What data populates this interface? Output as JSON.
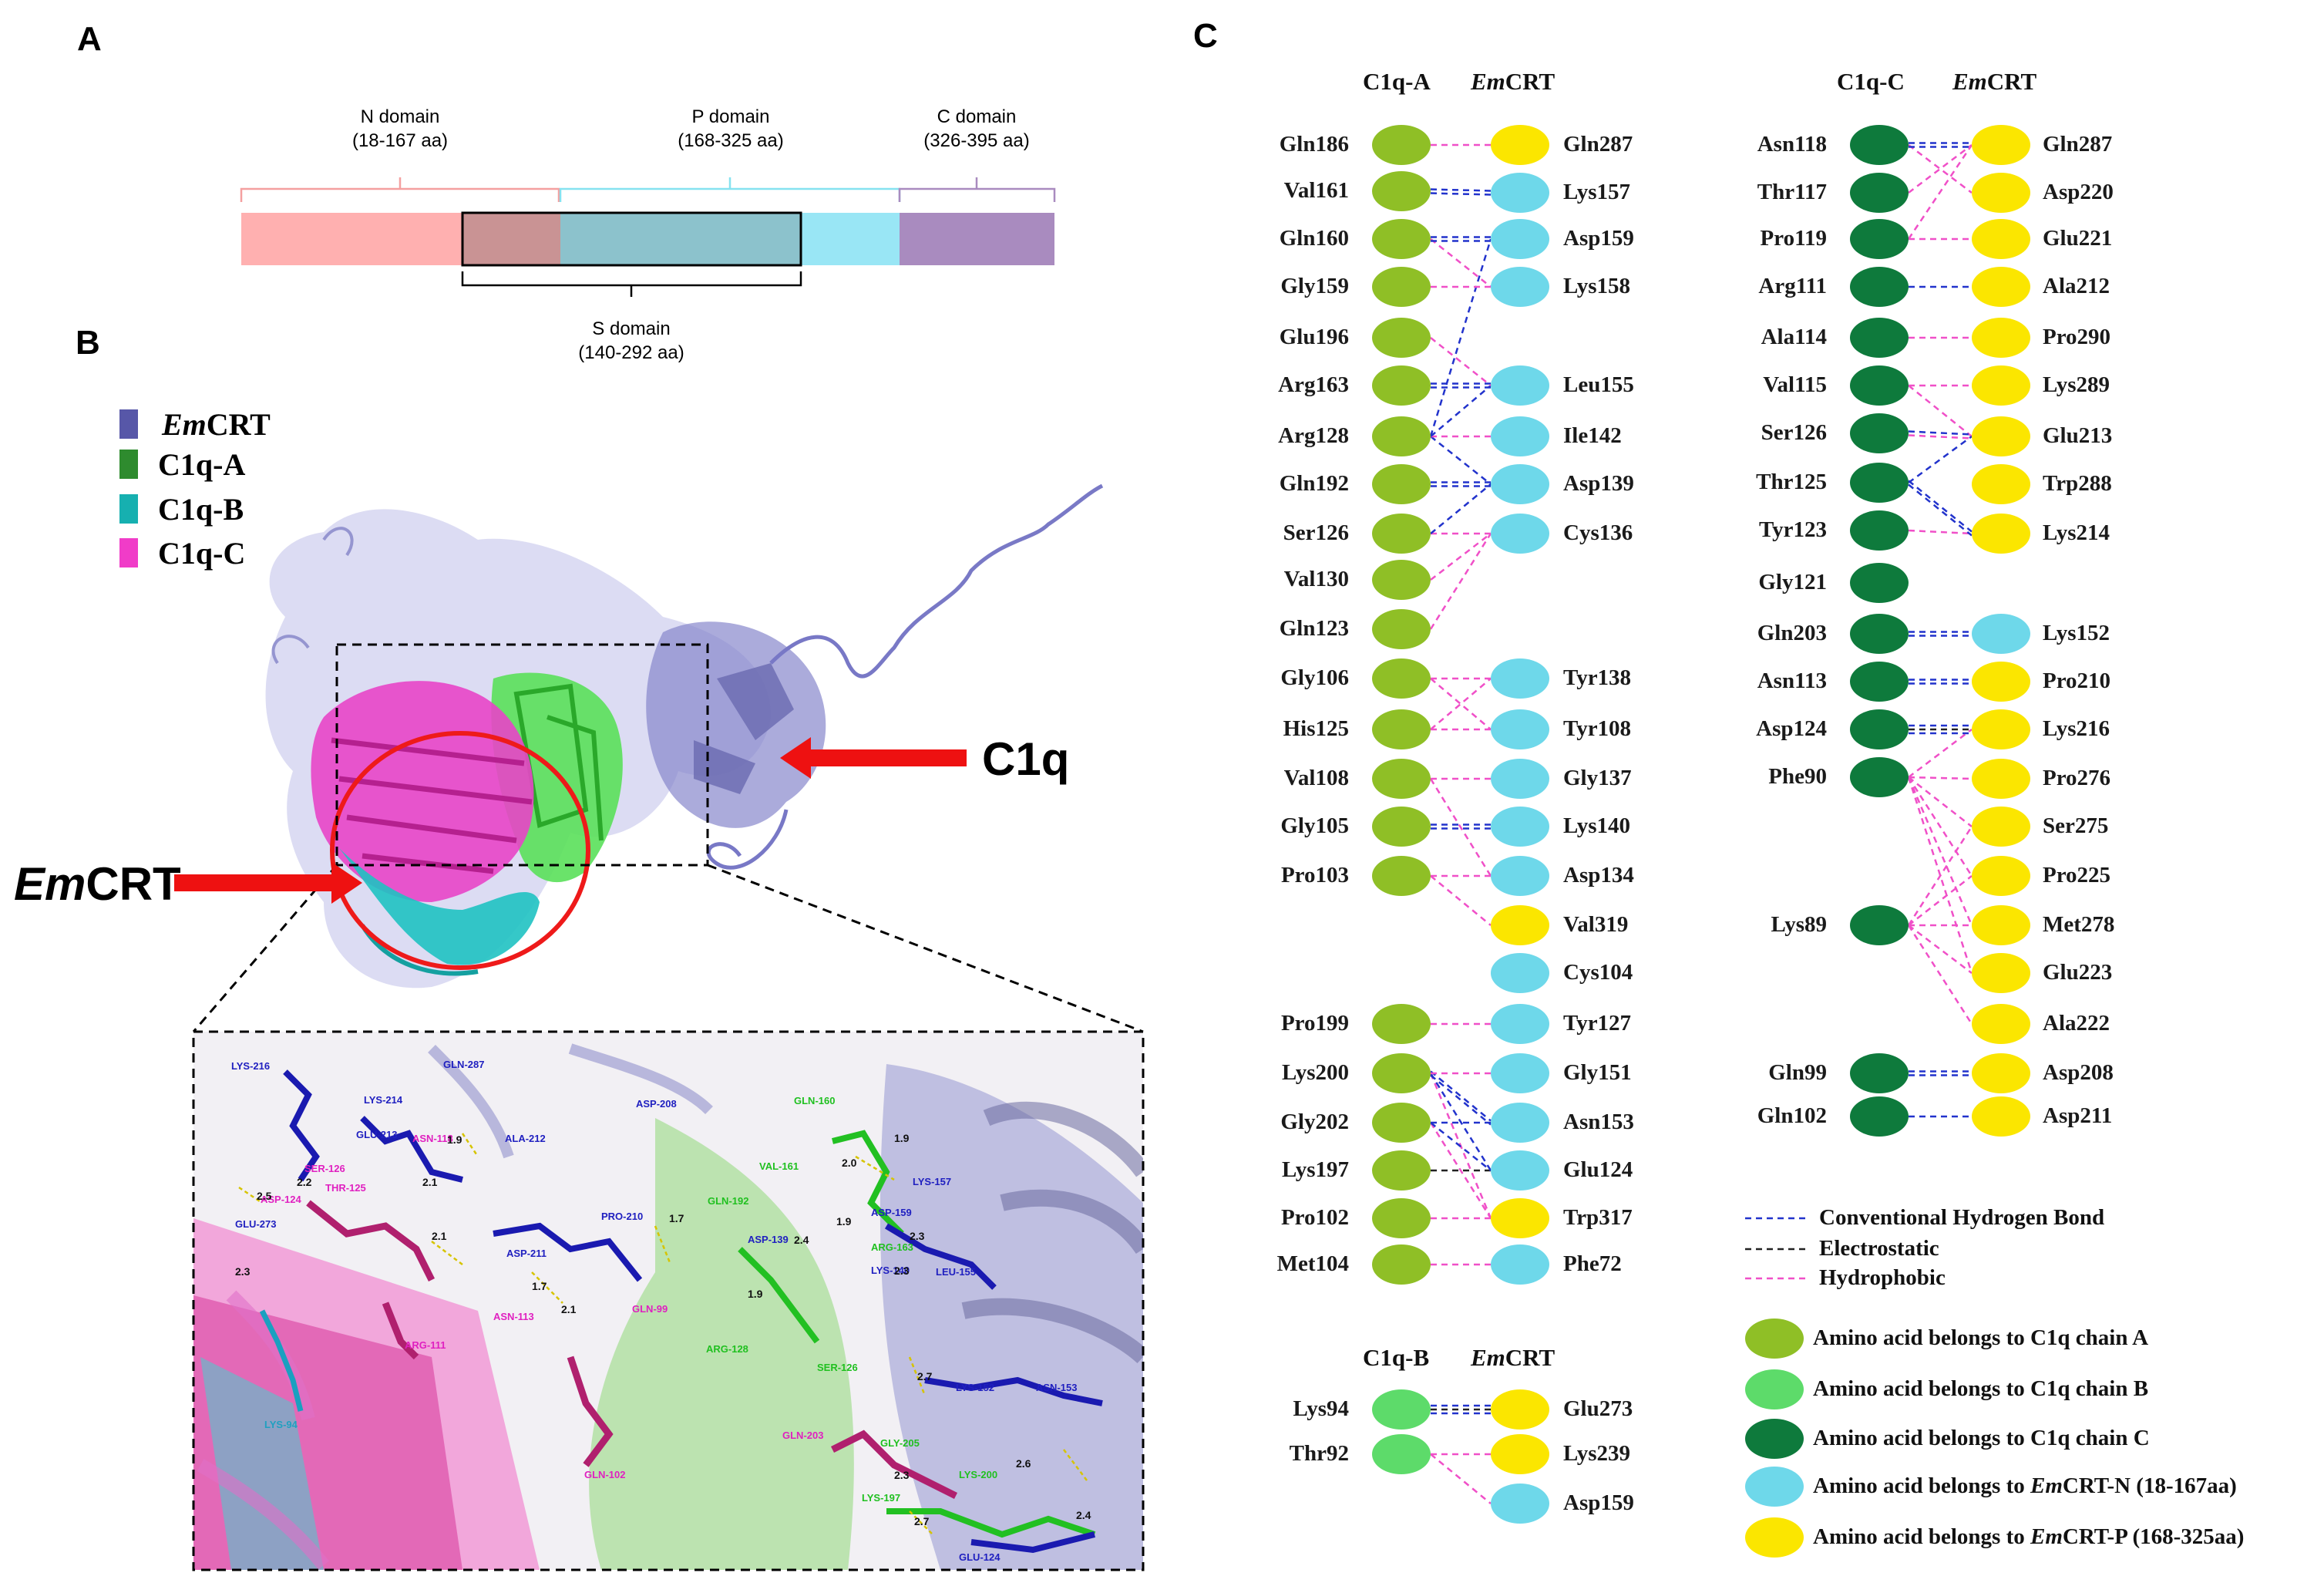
{
  "panels": {
    "a": "A",
    "b": "B",
    "c": "C"
  },
  "panel_a": {
    "n_domain": "N domain",
    "n_range": "(18-167 aa)",
    "p_domain": "P domain",
    "p_range": "(168-325 aa)",
    "c_domain": "C domain",
    "c_range": "(326-395 aa)",
    "s_domain": "S domain",
    "s_range": "(140-292 aa)",
    "colors": {
      "n": "#ffb0b0",
      "p": "#99e6f5",
      "c": "#a98bbf",
      "overlap": "#c99394",
      "sp": "#8cc2cc"
    }
  },
  "panel_b": {
    "legend": [
      {
        "prefix": "Em",
        "suffix": "CRT",
        "color": "#5757a8"
      },
      {
        "prefix": "",
        "suffix": "C1q-A",
        "color": "#2e8b2e"
      },
      {
        "prefix": "",
        "suffix": "C1q-B",
        "color": "#16b0b0"
      },
      {
        "prefix": "",
        "suffix": "C1q-C",
        "color": "#f03cc8"
      }
    ],
    "arrow_c1q": "C1q",
    "arrow_emcrt_prefix": "Em",
    "arrow_emcrt_suffix": "CRT",
    "residue_labels": [
      {
        "t": "LYS-216",
        "c": "#2020c0"
      },
      {
        "t": "GLN-287",
        "c": "#2020c0"
      },
      {
        "t": "LYS-214",
        "c": "#2020c0"
      },
      {
        "t": "GLU-213",
        "c": "#2020c0"
      },
      {
        "t": "ASN-118",
        "c": "#e020c0"
      },
      {
        "t": "ALA-212",
        "c": "#2020c0"
      },
      {
        "t": "SER-126",
        "c": "#e020c0"
      },
      {
        "t": "THR-125",
        "c": "#e020c0"
      },
      {
        "t": "ASP-124",
        "c": "#e020c0"
      },
      {
        "t": "GLU-273",
        "c": "#2020c0"
      },
      {
        "t": "ASP-211",
        "c": "#2020c0"
      },
      {
        "t": "ASN-113",
        "c": "#e020c0"
      },
      {
        "t": "ARG-111",
        "c": "#e020c0"
      },
      {
        "t": "LYS-94",
        "c": "#20a0c0"
      },
      {
        "t": "GLN-102",
        "c": "#e020c0"
      },
      {
        "t": "ASP-208",
        "c": "#2020c0"
      },
      {
        "t": "PRO-210",
        "c": "#2020c0"
      },
      {
        "t": "GLN-99",
        "c": "#e020c0"
      },
      {
        "t": "GLN-160",
        "c": "#20c020"
      },
      {
        "t": "VAL-161",
        "c": "#20c020"
      },
      {
        "t": "LYS-157",
        "c": "#2020c0"
      },
      {
        "t": "GLN-192",
        "c": "#20c020"
      },
      {
        "t": "ASP-159",
        "c": "#2020c0"
      },
      {
        "t": "ASP-139",
        "c": "#2020c0"
      },
      {
        "t": "ARG-163",
        "c": "#20c020"
      },
      {
        "t": "LYS-140",
        "c": "#2020c0"
      },
      {
        "t": "LEU-155",
        "c": "#2020c0"
      },
      {
        "t": "ARG-128",
        "c": "#20c020"
      },
      {
        "t": "SER-126",
        "c": "#20c020"
      },
      {
        "t": "GLN-203",
        "c": "#e020c0"
      },
      {
        "t": "LYS-152",
        "c": "#2020c0"
      },
      {
        "t": "ASN-153",
        "c": "#2020c0"
      },
      {
        "t": "GLY-205",
        "c": "#20c020"
      },
      {
        "t": "LYS-197",
        "c": "#20c020"
      },
      {
        "t": "LYS-200",
        "c": "#20c020"
      },
      {
        "t": "GLU-124",
        "c": "#2020c0"
      }
    ],
    "distances": [
      "2.5",
      "2.2",
      "2.1",
      "1.9",
      "2.1",
      "2.3",
      "1.7",
      "2.1",
      "1.7",
      "1.9",
      "2.0",
      "1.9",
      "2.4",
      "2.3",
      "1.9",
      "2.3",
      "2.7",
      "2.6",
      "2.3",
      "2.7",
      "2.4"
    ]
  },
  "panel_c": {
    "headers": {
      "c1qa": "C1q-A",
      "c1qb": "C1q-B",
      "c1qc": "C1q-C",
      "em": "Em",
      "crt": "CRT"
    },
    "colors": {
      "A": "#8fbf26",
      "B": "#5ddb6a",
      "C": "#0e7a3c",
      "N": "#6ed8ea",
      "P": "#fbe600",
      "hbond": "#2233cc",
      "elec": "#222222",
      "hydro": "#f050c8"
    },
    "a_left": [
      "Gln186",
      "Val161",
      "Gln160",
      "Gly159",
      "Glu196",
      "Arg163",
      "Arg128",
      "Gln192",
      "Ser126",
      "Val130",
      "Gln123",
      "Gly106",
      "His125",
      "Val108",
      "Gly105",
      "Pro103",
      "Pro199",
      "Lys200",
      "Gly202",
      "Lys197",
      "Pro102",
      "Met104"
    ],
    "a_right": [
      {
        "n": "Gln287",
        "t": "P"
      },
      {
        "n": "Lys157",
        "t": "N"
      },
      {
        "n": "Asp159",
        "t": "N"
      },
      {
        "n": "Lys158",
        "t": "N"
      },
      {
        "n": "Leu155",
        "t": "N"
      },
      {
        "n": "Ile142",
        "t": "N"
      },
      {
        "n": "Asp139",
        "t": "N"
      },
      {
        "n": "Cys136",
        "t": "N"
      },
      {
        "n": "Tyr138",
        "t": "N"
      },
      {
        "n": "Tyr108",
        "t": "N"
      },
      {
        "n": "Gly137",
        "t": "N"
      },
      {
        "n": "Lys140",
        "t": "N"
      },
      {
        "n": "Asp134",
        "t": "N"
      },
      {
        "n": "Val319",
        "t": "P"
      },
      {
        "n": "Cys104",
        "t": "N"
      },
      {
        "n": "Tyr127",
        "t": "N"
      },
      {
        "n": "Gly151",
        "t": "N"
      },
      {
        "n": "Asn153",
        "t": "N"
      },
      {
        "n": "Glu124",
        "t": "N"
      },
      {
        "n": "Trp317",
        "t": "P"
      },
      {
        "n": "Phe72",
        "t": "N"
      }
    ],
    "b_left": [
      "Lys94",
      "Thr92"
    ],
    "b_right": [
      {
        "n": "Glu273",
        "t": "P"
      },
      {
        "n": "Lys239",
        "t": "P"
      },
      {
        "n": "Asp159",
        "t": "N"
      }
    ],
    "c_left": [
      "Asn118",
      "Thr117",
      "Pro119",
      "Arg111",
      "Ala114",
      "Val115",
      "Ser126",
      "Thr125",
      "Tyr123",
      "Gly121",
      "Gln203",
      "Asn113",
      "Asp124",
      "Phe90",
      "Lys89",
      "Gln99",
      "Gln102"
    ],
    "c_right": [
      {
        "n": "Gln287",
        "t": "P"
      },
      {
        "n": "Asp220",
        "t": "P"
      },
      {
        "n": "Glu221",
        "t": "P"
      },
      {
        "n": "Ala212",
        "t": "P"
      },
      {
        "n": "Pro290",
        "t": "P"
      },
      {
        "n": "Lys289",
        "t": "P"
      },
      {
        "n": "Glu213",
        "t": "P"
      },
      {
        "n": "Trp288",
        "t": "P"
      },
      {
        "n": "Lys214",
        "t": "P"
      },
      {
        "n": "Lys152",
        "t": "N"
      },
      {
        "n": "Pro210",
        "t": "P"
      },
      {
        "n": "Lys216",
        "t": "P"
      },
      {
        "n": "Pro276",
        "t": "P"
      },
      {
        "n": "Ser275",
        "t": "P"
      },
      {
        "n": "Pro225",
        "t": "P"
      },
      {
        "n": "Met278",
        "t": "P"
      },
      {
        "n": "Glu223",
        "t": "P"
      },
      {
        "n": "Ala222",
        "t": "P"
      },
      {
        "n": "Asp208",
        "t": "P"
      },
      {
        "n": "Asp211",
        "t": "P"
      }
    ],
    "bond_legend": [
      "Conventional Hydrogen Bond",
      "Electrostatic",
      "Hydrophobic"
    ],
    "chain_legend": [
      {
        "t": "Amino acid belongs to C1q chain A"
      },
      {
        "t": "Amino acid belongs to C1q chain B"
      },
      {
        "t": "Amino acid belongs to C1q chain C"
      },
      {
        "pre": "Amino acid belongs to ",
        "em": "Em",
        "post": "CRT-N (18-167aa)"
      },
      {
        "pre": "Amino acid belongs to ",
        "em": "Em",
        "post": "CRT-P (168-325aa)"
      }
    ]
  }
}
